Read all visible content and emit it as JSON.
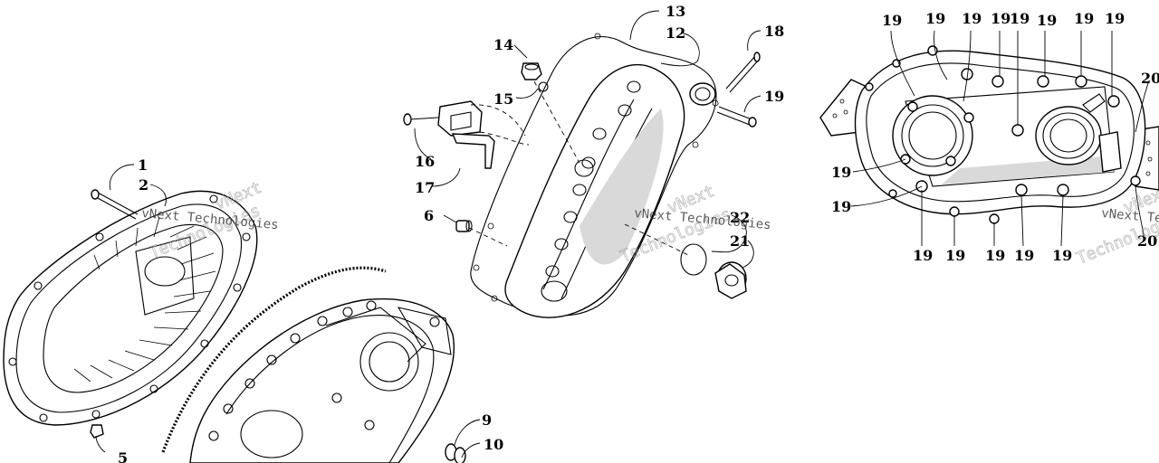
{
  "callouts": {
    "c1": "1",
    "c2": "2",
    "c5": "5",
    "c6": "6",
    "c9": "9",
    "c10": "10",
    "c12": "12",
    "c13": "13",
    "c14": "14",
    "c15": "15",
    "c16": "16",
    "c17": "17",
    "c18": "18",
    "c19": "19",
    "c20": "20",
    "c21": "21",
    "c22": "22"
  },
  "watermark": {
    "brand": "vNext",
    "word": "Technologies",
    "line": "vNext Technologies"
  }
}
